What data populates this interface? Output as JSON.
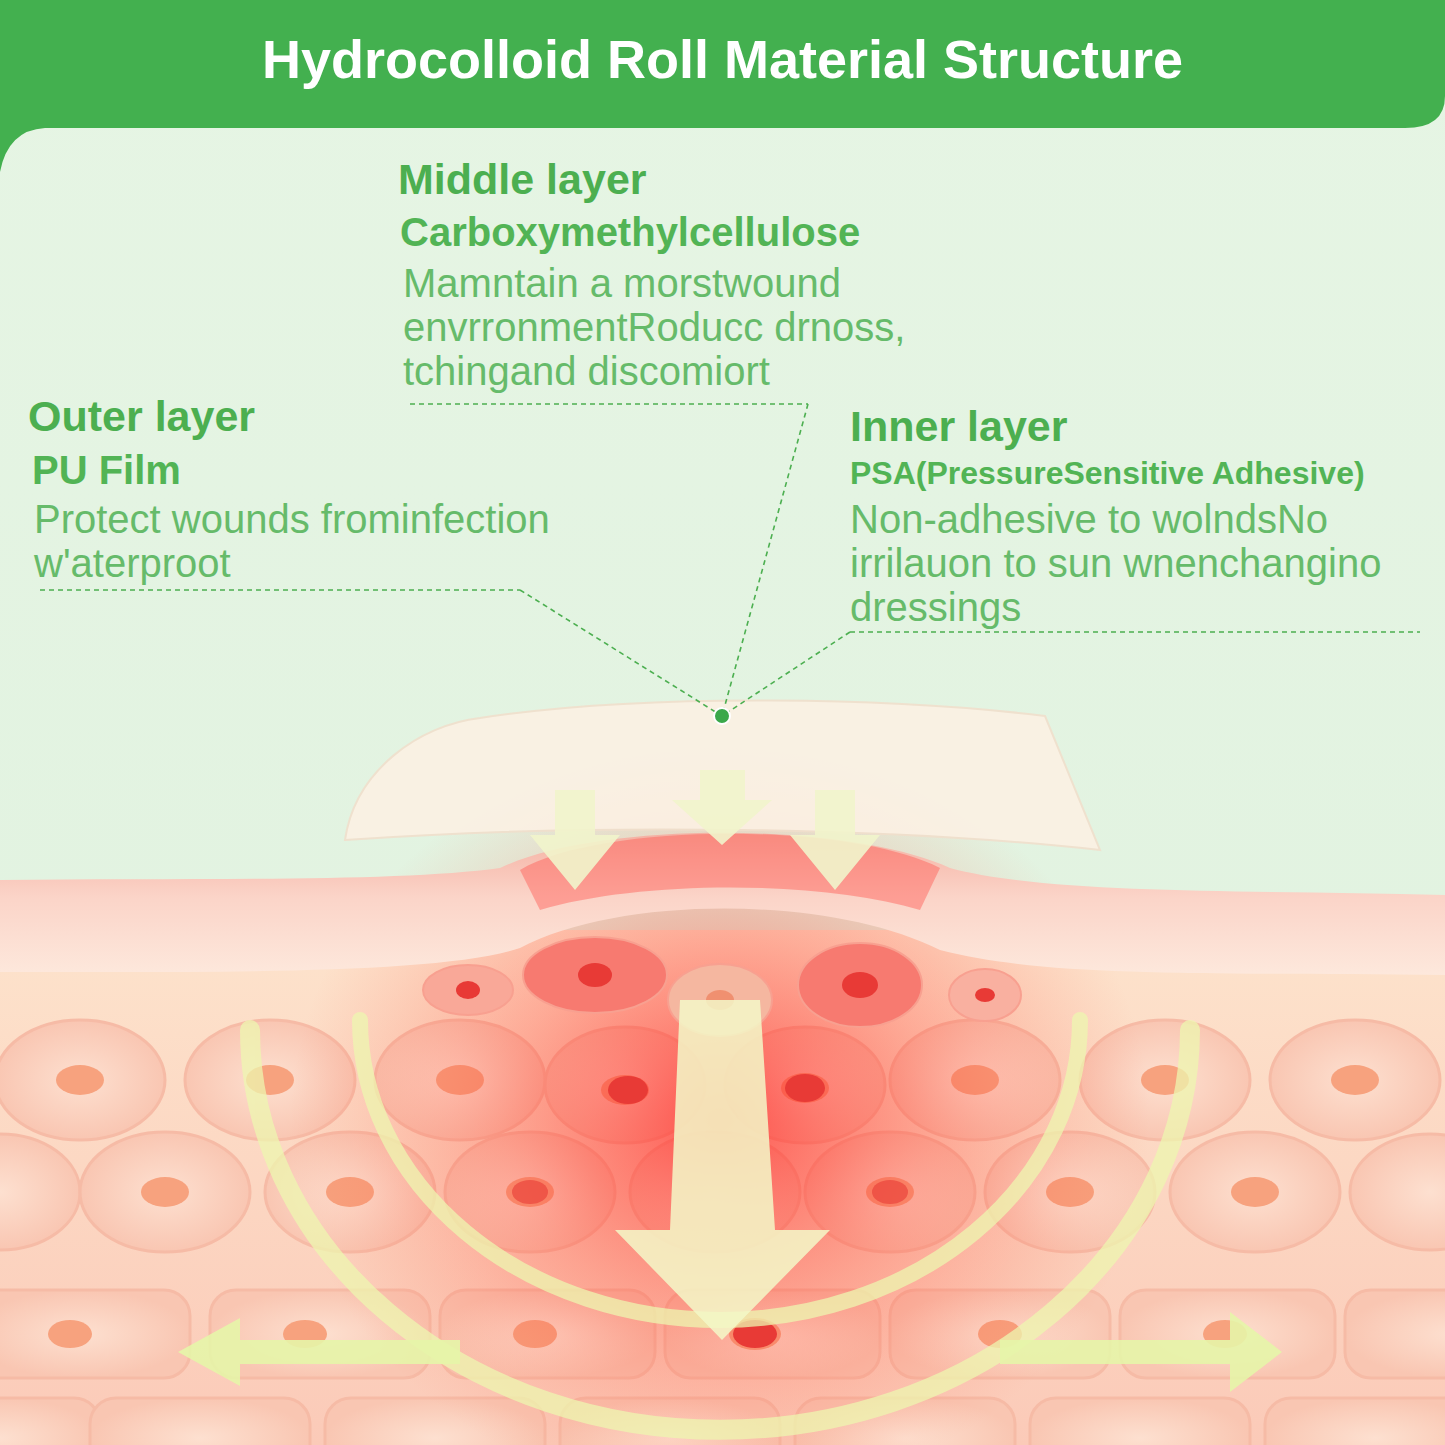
{
  "diagram": {
    "title": "Hydrocolloid Roll Material Structure",
    "labels": [
      "Middle layer",
      "Carboxymethylcellulose",
      "Mamntain a morstwound envrronmentRoducc drnoss, tchingand discomiort",
      "Outer layer",
      "PU Film",
      "Protect wounds frominfection w'aterproot",
      "Inner layer",
      "PSA(PressureSensitive Adhesive)",
      "Non-adhesive to wolndsNo irrilauon to sun wnenchangino dressings"
    ]
  }
}
